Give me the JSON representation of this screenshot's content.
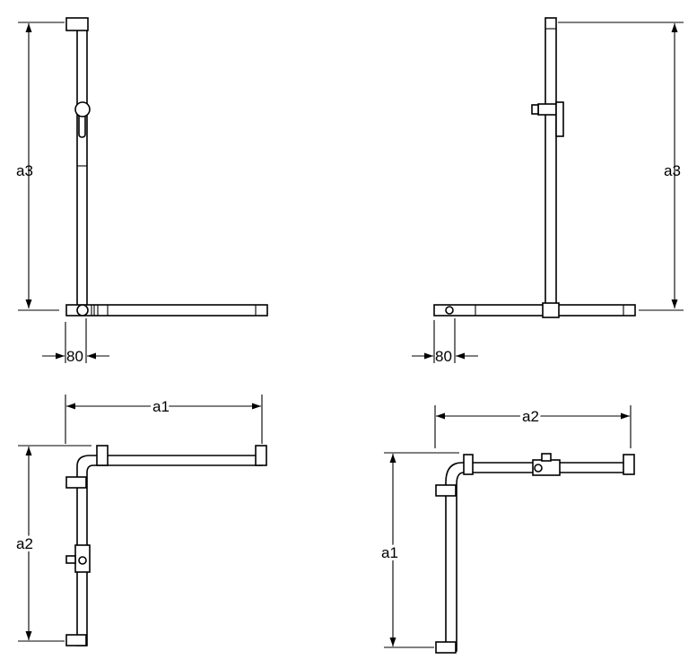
{
  "views": {
    "front_left": {
      "height_label": "a3",
      "offset_label": "80"
    },
    "front_right": {
      "height_label": "a3",
      "offset_label": "80"
    },
    "top_left": {
      "width_label": "a1",
      "depth_label": "a2"
    },
    "top_right": {
      "width_label": "a2",
      "depth_label": "a1"
    }
  }
}
